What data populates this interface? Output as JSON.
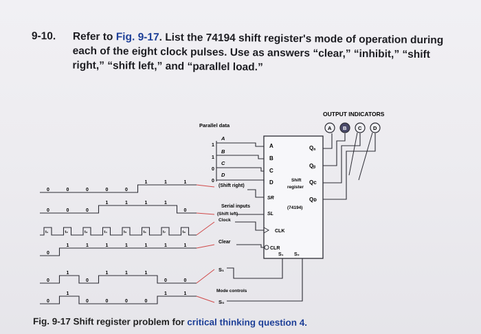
{
  "problem": {
    "number": "9-10.",
    "text_before": "Refer to ",
    "figure_ref": "Fig. 9-17",
    "text_after": ". List the 74194 shift register's mode of operation during each of the eight clock pulses. Use as answers “clear,” “inhibit,” “shift right,” “shift left,” and “parallel load.”"
  },
  "diagram": {
    "output_indicators_label": "OUTPUT INDICATORS",
    "indicators": [
      "A",
      "B",
      "C",
      "D"
    ],
    "parallel_data_label": "Parallel data",
    "parallel_inputs": [
      {
        "name": "A",
        "level": "1"
      },
      {
        "name": "B",
        "level": "1"
      },
      {
        "name": "C",
        "level": "0"
      },
      {
        "name": "D",
        "level": "0"
      }
    ],
    "chip": {
      "left_pins": [
        "A",
        "B",
        "C",
        "D",
        "SR",
        "SL"
      ],
      "title_lines": [
        "Shift",
        "register"
      ],
      "part": "(74194)",
      "outputs": [
        "Qₐ",
        "Qᵦ",
        "Qᴄ",
        "Qᴅ"
      ],
      "clk": "CLK",
      "clr": "CLR",
      "mode_pins": [
        "S₁",
        "S₀"
      ]
    },
    "labels": {
      "shift_right": "(Shift right)",
      "serial_inputs": "Serial inputs",
      "shift_left": "(Shift left)",
      "clock": "Clock",
      "clear": "Clear",
      "mode_controls": "Mode controls",
      "s1": "S₁",
      "s0": "S₀"
    },
    "waveforms": {
      "sr_bits": [
        "0",
        "0",
        "0",
        "0",
        "0",
        "1",
        "1",
        "1"
      ],
      "sl_bits": [
        "0",
        "0",
        "0",
        "1",
        "1",
        "1",
        "1",
        "0"
      ],
      "clock_pulses": [
        "t₁",
        "t₂",
        "t₃",
        "t₄",
        "t₅",
        "t₆",
        "t₇",
        "t₈"
      ],
      "clear_bits": [
        "0",
        "1",
        "1",
        "1",
        "1",
        "1",
        "1",
        "1"
      ],
      "s1_bits": [
        "0",
        "1",
        "0",
        "1",
        "1",
        "1",
        "0",
        "0"
      ],
      "s0_bits": [
        "0",
        "1",
        "0",
        "0",
        "0",
        "0",
        "1",
        "1"
      ]
    }
  },
  "caption": {
    "figure": "Fig. 9-17",
    "text": "  Shift register problem for ",
    "highlight": "critical thinking question 4."
  }
}
